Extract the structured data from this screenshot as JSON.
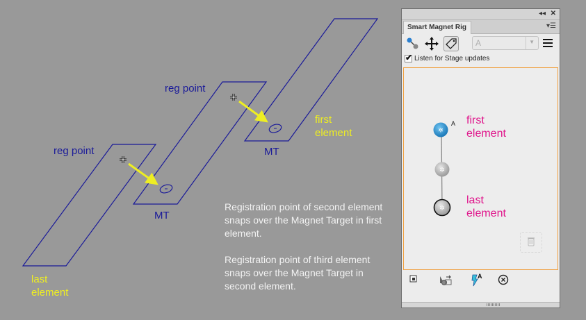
{
  "diagram": {
    "reg_point_label_1": "reg point",
    "reg_point_label_2": "reg point",
    "mt_label_1": "MT",
    "mt_label_2": "MT",
    "first_element_label": [
      "first",
      "element"
    ],
    "last_element_label": [
      "last",
      "element"
    ],
    "description": [
      "Registration point of second element snaps over the Magnet Target in first element.",
      "Registration point of third element snaps over the Magnet Target in second element."
    ],
    "colors": {
      "outline": "#1a1a99",
      "arrow": "#eeee22",
      "text": "#f2f2f2"
    }
  },
  "panel": {
    "title": "Smart Magnet Rig",
    "collapse_icon": "double-chevron-left-icon",
    "close_icon": "close-icon",
    "menu_icon": "panel-menu-icon",
    "toolbar": {
      "tools": [
        "bone-tool-icon",
        "move-tool-icon",
        "tag-tool-icon"
      ],
      "label_select_value": "A",
      "options_icon": "hamburger-menu-icon"
    },
    "listen_checkbox": {
      "label": "Listen for Stage updates",
      "checked": true
    },
    "nodes": [
      {
        "state": "selected",
        "badge": "A",
        "label": [
          "first",
          "element"
        ]
      },
      {
        "state": "normal"
      },
      {
        "state": "outlined",
        "label": [
          "last",
          "element"
        ]
      }
    ],
    "colors": {
      "node_label": "#e0168c",
      "selected_node": "#2a8fd0",
      "canvas_border": "#f0a040"
    },
    "bottom_tools": [
      "add-node-icon",
      "link-node-icon",
      "auto-label-icon",
      "remove-icon"
    ],
    "bottom_auto_label_badge": "A"
  }
}
